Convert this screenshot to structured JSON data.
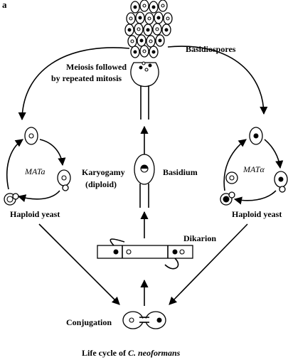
{
  "panel_letter": "a",
  "labels": {
    "basidiospores": "Basidiospores",
    "meiosis_line1": "Meiosis followed",
    "meiosis_line2": "by repeated mitosis",
    "karyogamy": "Karyogamy",
    "diploid": "(diploid)",
    "basidium": "Basidium",
    "mat_a": "MATa",
    "mat_alpha": "MATα",
    "haploid_left": "Haploid yeast",
    "haploid_right": "Haploid yeast",
    "dikarion": "Dikarion",
    "conjugation": "Conjugation"
  },
  "caption": {
    "prefix": "Life cycle of ",
    "species": "C. neoformans"
  }
}
